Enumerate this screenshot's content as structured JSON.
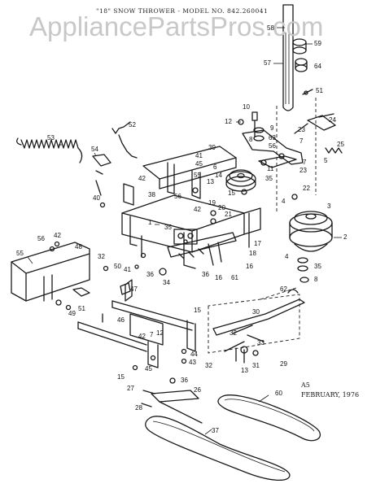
{
  "header": "\"18\" SNOW THROWER - MODEL NO. 842.260041",
  "watermark": "AppliancePartsPros.com",
  "footer": {
    "code": "A5",
    "date": "FEBRUARY, 1976"
  },
  "callouts": {
    "c1": "1",
    "c2": "2",
    "c3": "3",
    "c4": "4",
    "c5": "5",
    "c6": "6",
    "c7": "7",
    "c8": "8",
    "c9": "9",
    "c10": "10",
    "c11": "11",
    "c12": "12",
    "c13": "13",
    "c14": "14",
    "c15": "15",
    "c16": "16",
    "c17": "17",
    "c18": "18",
    "c19": "19",
    "c20": "20",
    "c21": "21",
    "c22": "22",
    "c23": "23",
    "c24": "24",
    "c25": "25",
    "c26": "26",
    "c27": "27",
    "c28": "28",
    "c29": "29",
    "c30": "30",
    "c31": "31",
    "c32": "32",
    "c33": "33",
    "c34": "34",
    "c35": "35",
    "c36": "36",
    "c37": "37",
    "c38": "38",
    "c39": "39",
    "c40": "40",
    "c41": "41",
    "c42": "42",
    "c43": "43",
    "c44": "44",
    "c45": "45",
    "c46": "46",
    "c47": "47",
    "c48": "48",
    "c49": "49",
    "c50": "50",
    "c51": "51",
    "c52": "52",
    "c53": "53",
    "c54": "54",
    "c55": "55",
    "c56": "56",
    "c57": "57",
    "c58": "58",
    "c59": "59",
    "c60": "60",
    "c61": "61",
    "c62": "62",
    "c63": "63",
    "c64": "64"
  }
}
